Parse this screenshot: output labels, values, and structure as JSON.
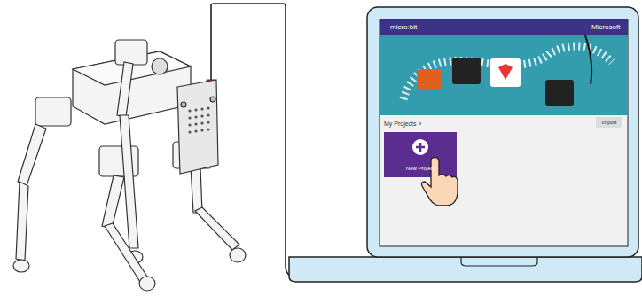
{
  "diagram": {
    "nodes": [
      {
        "text": [
          "Import"
        ]
      },
      {
        "text": [
          "New Project"
        ]
      }
    ],
    "labels": [
      "micro:bit",
      "Microsoft",
      "My Projects »"
    ]
  }
}
